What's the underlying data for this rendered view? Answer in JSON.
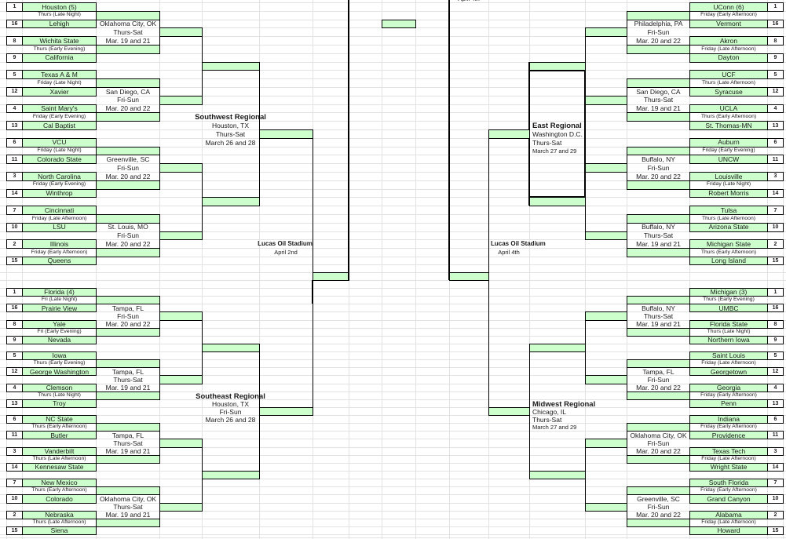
{
  "colors": {
    "winner_box": "#ccffcc",
    "gridline": "#e2e2e2",
    "line": "#000000"
  },
  "final_four": {
    "left": {
      "venue": "Lucas Oil Stadium",
      "date": "April 2nd"
    },
    "right": {
      "venue": "Lucas Oil Stadium",
      "date": "April 4th"
    },
    "top_clipped_date": "April 4th"
  },
  "regions": [
    {
      "id": "southwest",
      "side": "left",
      "title": [
        "Southwest Regional",
        "Houston, TX",
        "Thurs-Sat",
        "March 26 and 28"
      ],
      "pods": [
        {
          "venue": [
            "Oklahoma City, OK",
            "Thurs-Sat",
            "Mar. 19 and 21"
          ],
          "games": [
            {
              "teams": [
                {
                  "seed": "1",
                  "name": "Houston (5)"
                },
                {
                  "seed": "16",
                  "name": "Lehigh"
                }
              ],
              "time": "Thurs (Late Night)"
            },
            {
              "teams": [
                {
                  "seed": "8",
                  "name": "Wichita State"
                },
                {
                  "seed": "9",
                  "name": "California"
                }
              ],
              "time": "Thurs (Early Evening)"
            }
          ]
        },
        {
          "venue": [
            "San Diego, CA",
            "Fri-Sun",
            "Mar. 20 and 22"
          ],
          "games": [
            {
              "teams": [
                {
                  "seed": "5",
                  "name": "Texas A & M"
                },
                {
                  "seed": "12",
                  "name": "Xavier"
                }
              ],
              "time": "Friday (Late Night)"
            },
            {
              "teams": [
                {
                  "seed": "4",
                  "name": "Saint Mary's"
                },
                {
                  "seed": "13",
                  "name": "Cal Baptist"
                }
              ],
              "time": "Friday (Early Evening)"
            }
          ]
        },
        {
          "venue": [
            "Greenville, SC",
            "Fri-Sun",
            "Mar. 20 and 22"
          ],
          "games": [
            {
              "teams": [
                {
                  "seed": "6",
                  "name": "VCU"
                },
                {
                  "seed": "11",
                  "name": "Colorado State"
                }
              ],
              "time": "Friday (Late Night)"
            },
            {
              "teams": [
                {
                  "seed": "3",
                  "name": "North Carolina"
                },
                {
                  "seed": "14",
                  "name": "Winthrop"
                }
              ],
              "time": "Friday (Early Evening)"
            }
          ]
        },
        {
          "venue": [
            "St. Louis, MO",
            "Fri-Sun",
            "Mar. 20 and 22"
          ],
          "games": [
            {
              "teams": [
                {
                  "seed": "7",
                  "name": "Cincinnati"
                },
                {
                  "seed": "10",
                  "name": "LSU"
                }
              ],
              "time": "Friday (Late Afternoon)"
            },
            {
              "teams": [
                {
                  "seed": "2",
                  "name": "Illinois"
                },
                {
                  "seed": "15",
                  "name": "Queens"
                }
              ],
              "time": "Friday (Early Afternoon)"
            }
          ]
        }
      ]
    },
    {
      "id": "southeast",
      "side": "left",
      "title": [
        "Southeast Regional",
        "Houston, TX",
        "Fri-Sun",
        "March 26 and 28"
      ],
      "pods": [
        {
          "venue": [
            "Tampa, FL",
            "Fri-Sun",
            "Mar. 20 and 22"
          ],
          "games": [
            {
              "teams": [
                {
                  "seed": "1",
                  "name": "Florida (4)"
                },
                {
                  "seed": "16",
                  "name": "Prairie View"
                }
              ],
              "time": "Fri (Late Night)"
            },
            {
              "teams": [
                {
                  "seed": "8",
                  "name": "Yale"
                },
                {
                  "seed": "9",
                  "name": "Nevada"
                }
              ],
              "time": "Fri (Early Evening)"
            }
          ]
        },
        {
          "venue": [
            "Tampa, FL",
            "Thurs-Sat",
            "Mar. 19 and 21"
          ],
          "games": [
            {
              "teams": [
                {
                  "seed": "5",
                  "name": "Iowa"
                },
                {
                  "seed": "12",
                  "name": "George Washington"
                }
              ],
              "time": "Thurs (Early Evening)"
            },
            {
              "teams": [
                {
                  "seed": "4",
                  "name": "Clemson"
                },
                {
                  "seed": "13",
                  "name": "Troy"
                }
              ],
              "time": "Thurs (Late Night)"
            }
          ]
        },
        {
          "venue": [
            "Tampa, FL",
            "Thurs-Sat",
            "Mar. 19 and 21"
          ],
          "games": [
            {
              "teams": [
                {
                  "seed": "6",
                  "name": "NC State"
                },
                {
                  "seed": "11",
                  "name": "Butler"
                }
              ],
              "time": "Thurs (Early Afternoon)"
            },
            {
              "teams": [
                {
                  "seed": "3",
                  "name": "Vanderbilt"
                },
                {
                  "seed": "14",
                  "name": "Kennesaw State"
                }
              ],
              "time": "Thurs (Late Afternoon)"
            }
          ]
        },
        {
          "venue": [
            "Oklahoma City, OK",
            "Thurs-Sat",
            "Mar. 19 and 21"
          ],
          "games": [
            {
              "teams": [
                {
                  "seed": "7",
                  "name": "New Mexico"
                },
                {
                  "seed": "10",
                  "name": "Colorado"
                }
              ],
              "time": "Thurs (Early Afternoon)"
            },
            {
              "teams": [
                {
                  "seed": "2",
                  "name": "Nebraska"
                },
                {
                  "seed": "15",
                  "name": "Siena"
                }
              ],
              "time": "Thurs (Late Afternoon)"
            }
          ]
        }
      ]
    },
    {
      "id": "east",
      "side": "right",
      "title": [
        "East Regional",
        "Washington D.C.",
        "Thurs-Sat",
        "March 27 and 29"
      ],
      "pods": [
        {
          "venue": [
            "Philadelphia, PA",
            "Fri-Sun",
            "Mar. 20 and 22"
          ],
          "games": [
            {
              "teams": [
                {
                  "seed": "1",
                  "name": "UConn (6)"
                },
                {
                  "seed": "16",
                  "name": "Vermont"
                }
              ],
              "time": "Friday (Early Afternoon)"
            },
            {
              "teams": [
                {
                  "seed": "8",
                  "name": "Akron"
                },
                {
                  "seed": "9",
                  "name": "Dayton"
                }
              ],
              "time": "Friday (Late Afternoon)"
            }
          ]
        },
        {
          "venue": [
            "San Diego, CA",
            "Thurs-Sat",
            "Mar. 19 and 21"
          ],
          "games": [
            {
              "teams": [
                {
                  "seed": "5",
                  "name": "UCF"
                },
                {
                  "seed": "12",
                  "name": "Syracuse"
                }
              ],
              "time": "Thurs (Late Afternoon)"
            },
            {
              "teams": [
                {
                  "seed": "4",
                  "name": "UCLA"
                },
                {
                  "seed": "13",
                  "name": "St. Thomas-MN"
                }
              ],
              "time": "Thurs (Early Afternoon)"
            }
          ]
        },
        {
          "venue": [
            "Buffalo, NY",
            "Fri-Sun",
            "Mar. 20 and 22"
          ],
          "games": [
            {
              "teams": [
                {
                  "seed": "6",
                  "name": "Auburn"
                },
                {
                  "seed": "11",
                  "name": "UNCW"
                }
              ],
              "time": "Friday (Early Evening)"
            },
            {
              "teams": [
                {
                  "seed": "3",
                  "name": "Louisville"
                },
                {
                  "seed": "14",
                  "name": "Robert Morris"
                }
              ],
              "time": "Friday (Late Night)"
            }
          ]
        },
        {
          "venue": [
            "Buffalo, NY",
            "Thurs-Sat",
            "Mar. 19 and 21"
          ],
          "games": [
            {
              "teams": [
                {
                  "seed": "7",
                  "name": "Tulsa"
                },
                {
                  "seed": "10",
                  "name": "Arizona State"
                }
              ],
              "time": "Thurs (Late Afternoon)"
            },
            {
              "teams": [
                {
                  "seed": "2",
                  "name": "Michigan State"
                },
                {
                  "seed": "15",
                  "name": "Long Island"
                }
              ],
              "time": "Thurs (Early Afternoon)"
            }
          ]
        }
      ]
    },
    {
      "id": "midwest",
      "side": "right",
      "title": [
        "Midwest Regional",
        "Chicago, IL",
        "Thurs-Sat",
        "March 27 and 29"
      ],
      "pods": [
        {
          "venue": [
            "Buffalo, NY",
            "Thurs-Sat",
            "Mar. 19 and 21"
          ],
          "games": [
            {
              "teams": [
                {
                  "seed": "1",
                  "name": "Michigan (3)"
                },
                {
                  "seed": "16",
                  "name": "UMBC"
                }
              ],
              "time": "Thurs (Early Evening)"
            },
            {
              "teams": [
                {
                  "seed": "8",
                  "name": "Florida State"
                },
                {
                  "seed": "9",
                  "name": "Northern Iowa"
                }
              ],
              "time": "Thurs (Late Night)"
            }
          ]
        },
        {
          "venue": [
            "Tampa, FL",
            "Fri-Sun",
            "Mar. 20 and 22"
          ],
          "games": [
            {
              "teams": [
                {
                  "seed": "5",
                  "name": "Saint Louis"
                },
                {
                  "seed": "12",
                  "name": "Georgetown"
                }
              ],
              "time": "Friday (Late Afternoon)"
            },
            {
              "teams": [
                {
                  "seed": "4",
                  "name": "Georgia"
                },
                {
                  "seed": "13",
                  "name": "Penn"
                }
              ],
              "time": "Friday (Early Afternoon)"
            }
          ]
        },
        {
          "venue": [
            "Oklahoma City, OK",
            "Fri-Sun",
            "Mar. 20 and 22"
          ],
          "games": [
            {
              "teams": [
                {
                  "seed": "6",
                  "name": "Indiana"
                },
                {
                  "seed": "11",
                  "name": "Providence"
                }
              ],
              "time": "Friday (Early Afternoon)"
            },
            {
              "teams": [
                {
                  "seed": "3",
                  "name": "Texas Tech"
                },
                {
                  "seed": "14",
                  "name": "Wright State"
                }
              ],
              "time": "Friday (Late Afternoon)"
            }
          ]
        },
        {
          "venue": [
            "Greenville, SC",
            "Fri-Sun",
            "Mar. 20 and 22"
          ],
          "games": [
            {
              "teams": [
                {
                  "seed": "7",
                  "name": "South Florida"
                },
                {
                  "seed": "10",
                  "name": "Grand Canyon"
                }
              ],
              "time": "Friday (Early Afternoon)"
            },
            {
              "teams": [
                {
                  "seed": "2",
                  "name": "Alabama"
                },
                {
                  "seed": "15",
                  "name": "Howard"
                }
              ],
              "time": "Friday (Late Afternoon)"
            }
          ]
        }
      ]
    }
  ]
}
